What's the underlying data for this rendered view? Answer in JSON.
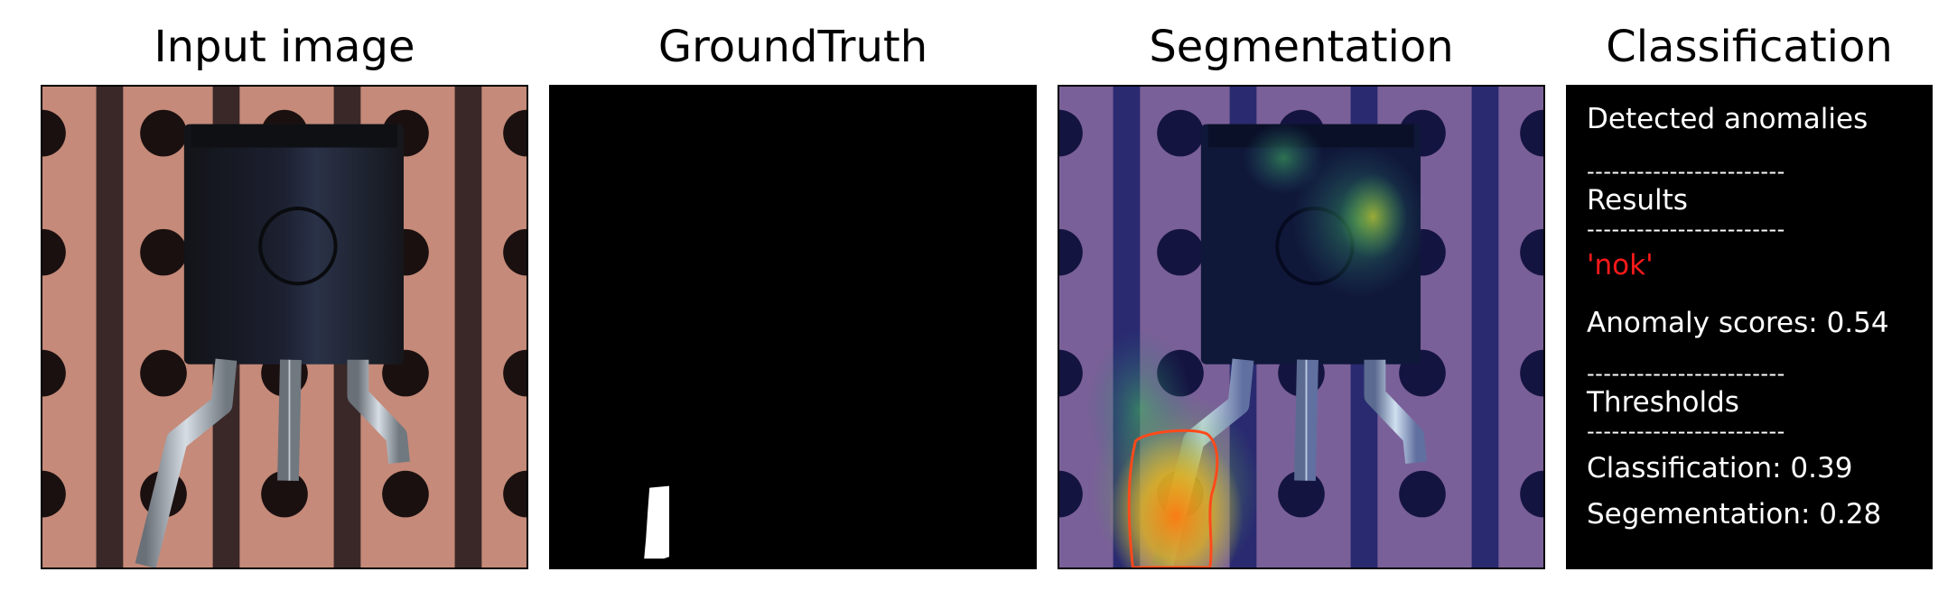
{
  "panels": {
    "input": {
      "title": "Input image"
    },
    "ground_truth": {
      "title": "GroundTruth"
    },
    "segmentation": {
      "title": "Segmentation"
    },
    "classification": {
      "title": "Classification",
      "heading": "Detected anomalies",
      "separator": "------------------------",
      "results_label": "Results",
      "result_value": "'nok'",
      "anomaly_score": "Anomaly scores: 0.54",
      "thresholds_label": "Thresholds",
      "classification_threshold": "Classification: 0.39",
      "segmentation_threshold": "Segementation: 0.28"
    }
  },
  "colors": {
    "board": "#c88a7a",
    "trace": "#3a2a2a",
    "component_body": "#1a1c22",
    "result_nok": "#ff1a1a",
    "contour": "#ff4a1a"
  }
}
